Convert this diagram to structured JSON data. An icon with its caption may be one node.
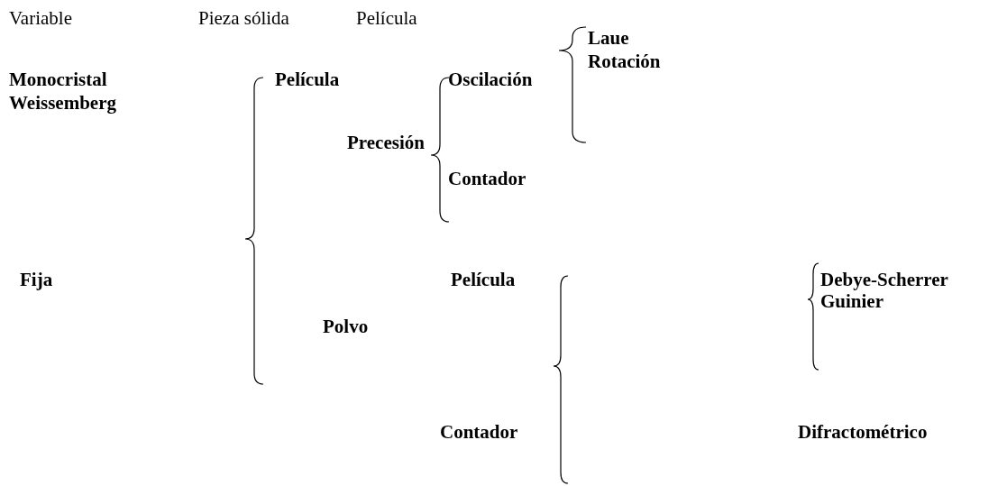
{
  "diagram": {
    "labels": [
      "Variable",
      "Pieza sólida",
      "Película",
      "Laue",
      "Rotación",
      "Monocristal",
      "Película",
      "Oscilación",
      "Weissemberg",
      "Precesión",
      "Contador",
      "Fija",
      "Película",
      "Debye-Scherrer",
      "Guinier",
      "Polvo",
      "Contador",
      "Difractométrico"
    ]
  }
}
